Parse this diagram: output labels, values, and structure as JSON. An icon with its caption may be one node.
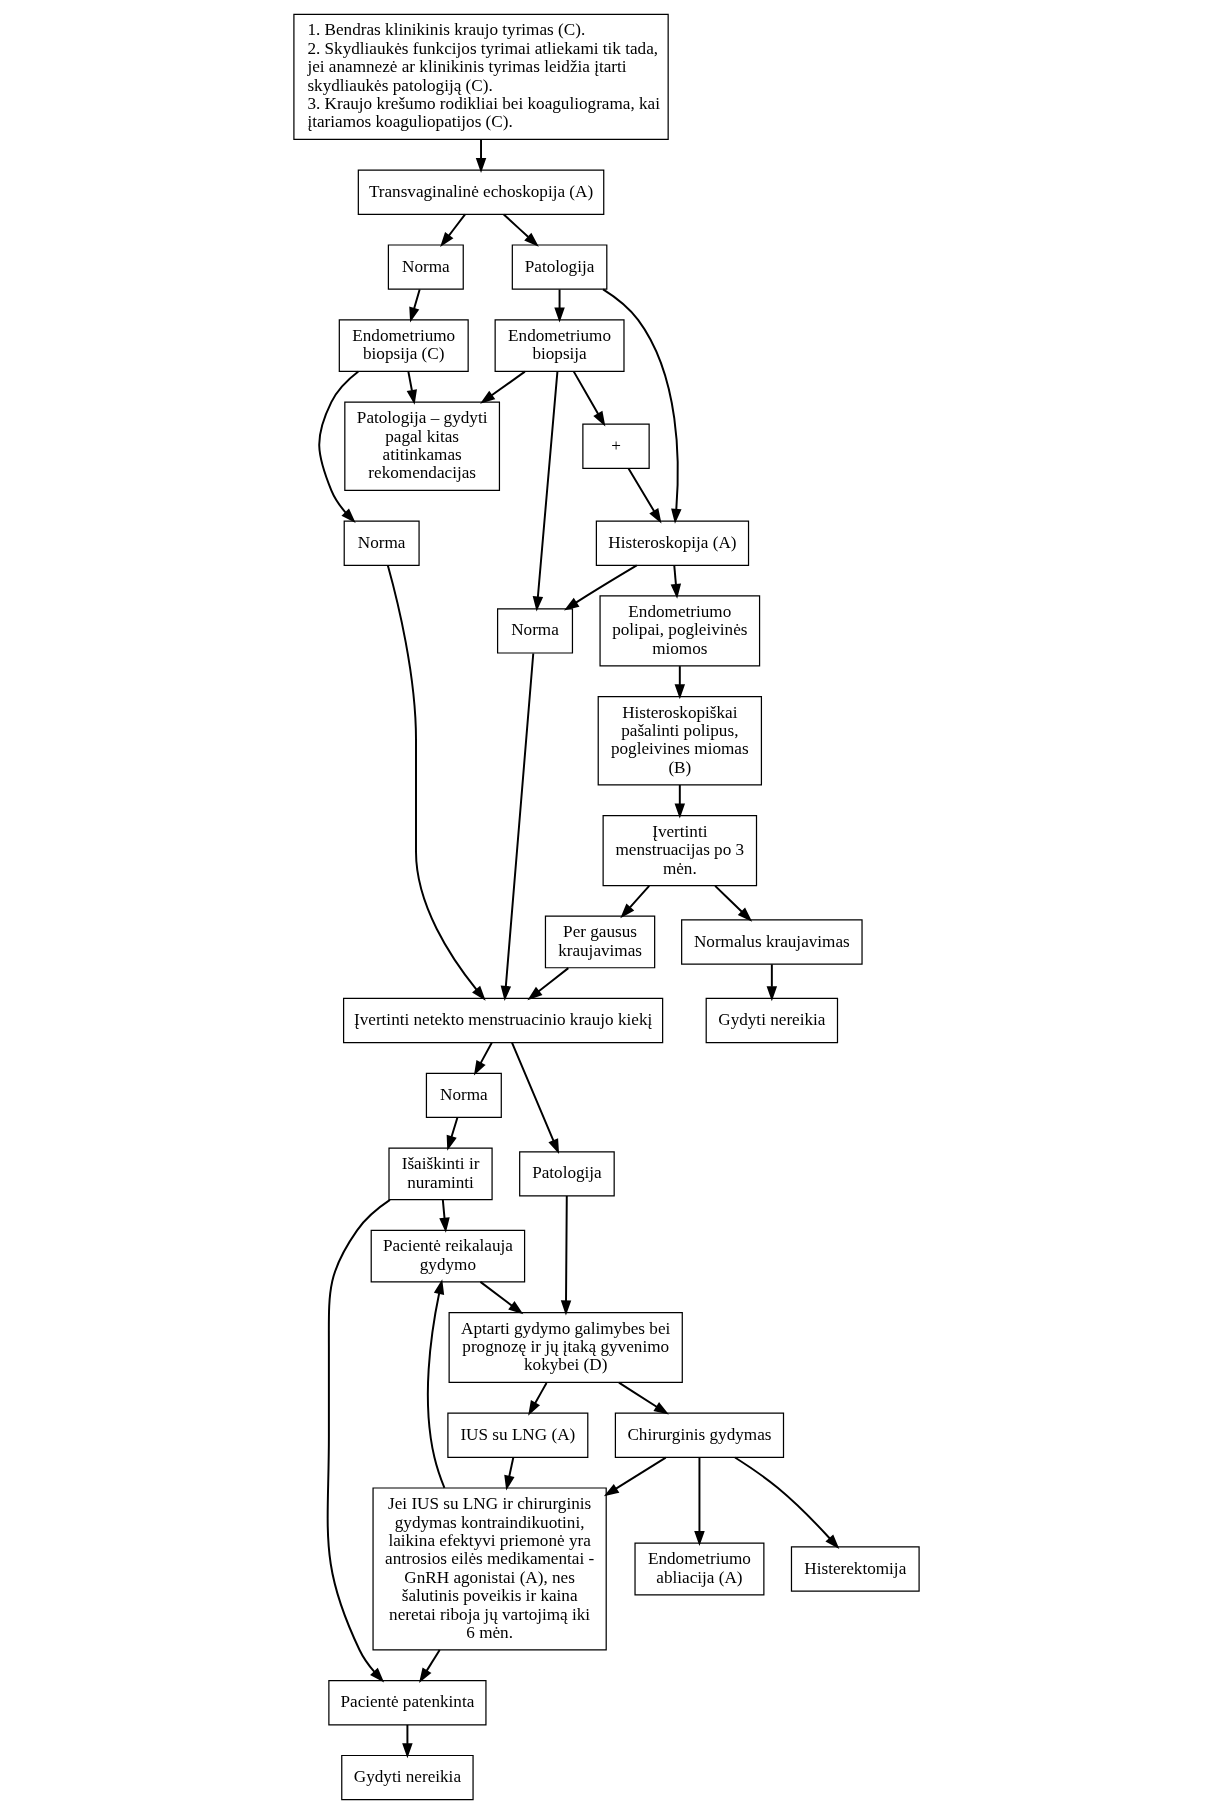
{
  "diagram": {
    "nodes": [
      {
        "text": [
          "1. Bendras klinikinis kraujo tyrimas (C).",
          "2. Skydliaukės funkcijos tyrimai atliekami tik tada, jei anamnezė ar klinikinis tyrimas leidžia įtarti skydliaukės patologiją (C).",
          "3. Kraujo krešumo rodikliai bei koaguliograma, kai įtariamos koaguliopatijos (C)."
        ]
      },
      {
        "text": [
          "Transvaginalinė echoskopija (A)"
        ]
      },
      {
        "text": [
          "Norma"
        ]
      },
      {
        "text": [
          "Patologija"
        ]
      },
      {
        "text": [
          "Endometriumo biopsija (C)"
        ]
      },
      {
        "text": [
          "Endometriumo biopsija"
        ]
      },
      {
        "text": [
          "+"
        ]
      },
      {
        "text": [
          "Histeroskopija (A)"
        ]
      },
      {
        "text": [
          "Norma"
        ]
      },
      {
        "text": [
          "Patologija – gydyti pagal kitas atitinkamas rekomendacijas"
        ]
      },
      {
        "text": [
          "Norma"
        ]
      },
      {
        "text": [
          "Endometriumo polipai, pogleivinės miomos"
        ]
      },
      {
        "text": [
          "Įvertinti netekto menstruacinio kraujo kiekį"
        ]
      },
      {
        "text": [
          "Histeroskopiškai pašalinti polipus, pogleivines miomas (B)"
        ]
      },
      {
        "text": [
          "Norma"
        ]
      },
      {
        "text": [
          "Patologija"
        ]
      },
      {
        "text": [
          "Per gausus kraujavimas"
        ]
      },
      {
        "text": [
          "Įvertinti menstruacijas po 3 mėn."
        ]
      },
      {
        "text": [
          "Išaiškinti ir nuraminti"
        ]
      },
      {
        "text": [
          "Normalus kraujavimas"
        ]
      },
      {
        "text": [
          "Pacientė patenkinta"
        ]
      },
      {
        "text": [
          "Pacientė reikalauja gydymo"
        ]
      },
      {
        "text": [
          "Aptarti gydymo galimybes bei prognozę ir jų įtaką gyvenimo kokybei (D)"
        ]
      },
      {
        "text": [
          "Gydyti nereikia"
        ]
      },
      {
        "text": [
          "Gydyti nereikia"
        ]
      },
      {
        "text": [
          "Jei IUS su LNG ir chirurginis gydymas kontraindikuotini, laikina efektyvi priemonė yra antrosios eilės medikamentai - GnRH agonistai (A), nes šalutinis poveikis ir kaina neretai riboja jų vartojimą iki 6 mėn."
        ]
      },
      {
        "text": [
          "IUS su LNG (A)"
        ]
      },
      {
        "text": [
          "Chirurginis gydymas"
        ]
      },
      {
        "text": [
          "Endometriumo abliacija (A)"
        ]
      },
      {
        "text": [
          "Histerektomija"
        ]
      }
    ],
    "edges": [
      {
        "from": 0,
        "to": 1,
        "arrow": "to"
      },
      {
        "from": 1,
        "to": 2,
        "arrow": "to"
      },
      {
        "from": 1,
        "to": 3,
        "arrow": "to"
      },
      {
        "from": 2,
        "to": 4,
        "arrow": "to"
      },
      {
        "from": 3,
        "to": 5,
        "arrow": "to"
      },
      {
        "from": 3,
        "to": 7,
        "arrow": "to"
      },
      {
        "from": 5,
        "to": 6,
        "arrow": "to"
      },
      {
        "from": 6,
        "to": 7,
        "arrow": "to"
      },
      {
        "from": 4,
        "to": 8,
        "arrow": "to"
      },
      {
        "from": 4,
        "to": 9,
        "arrow": "to"
      },
      {
        "from": 5,
        "to": 9,
        "arrow": "to"
      },
      {
        "from": 5,
        "to": 10,
        "arrow": "to"
      },
      {
        "from": 7,
        "to": 10,
        "arrow": "to"
      },
      {
        "from": 7,
        "to": 11,
        "arrow": "to"
      },
      {
        "from": 8,
        "to": 12,
        "arrow": "to"
      },
      {
        "from": 10,
        "to": 12,
        "arrow": "to"
      },
      {
        "from": 11,
        "to": 13,
        "arrow": "to"
      },
      {
        "from": 13,
        "to": 17,
        "arrow": "to"
      },
      {
        "from": 17,
        "to": 16,
        "arrow": "to"
      },
      {
        "from": 16,
        "to": 12,
        "arrow": "to"
      },
      {
        "from": 17,
        "to": 19,
        "arrow": "to"
      },
      {
        "from": 19,
        "to": 23,
        "arrow": "to"
      },
      {
        "from": 12,
        "to": 14,
        "arrow": "to"
      },
      {
        "from": 12,
        "to": 15,
        "arrow": "to"
      },
      {
        "from": 14,
        "to": 18,
        "arrow": "to"
      },
      {
        "from": 18,
        "to": 20,
        "arrow": "to"
      },
      {
        "from": 18,
        "to": 21,
        "arrow": "to"
      },
      {
        "from": 20,
        "to": 24,
        "arrow": "to"
      },
      {
        "from": 15,
        "to": 22,
        "arrow": "to"
      },
      {
        "from": 21,
        "to": 22,
        "arrow": "to"
      },
      {
        "from": 22,
        "to": 26,
        "arrow": "to"
      },
      {
        "from": 22,
        "to": 27,
        "arrow": "to"
      },
      {
        "from": 27,
        "to": 28,
        "arrow": "to"
      },
      {
        "from": 27,
        "to": 29,
        "arrow": "to"
      },
      {
        "from": 26,
        "to": 25,
        "arrow": "to"
      },
      {
        "from": 27,
        "to": 25,
        "arrow": "to"
      },
      {
        "from": 25,
        "to": 20,
        "arrow": "to"
      },
      {
        "from": 25,
        "to": 21,
        "arrow": "to"
      }
    ]
  }
}
